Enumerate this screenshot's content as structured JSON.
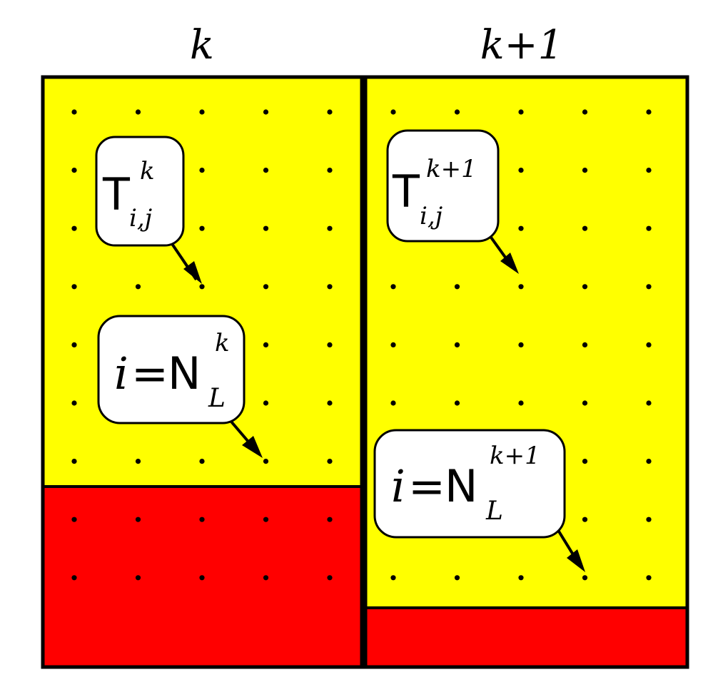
{
  "panels": [
    {
      "title": "k",
      "temp_label": {
        "base": "T",
        "sub": "i,j",
        "sup": "k"
      },
      "level_label": {
        "lhs": "i",
        "eq": "=",
        "base": "N",
        "sub": "L",
        "sup": "k"
      },
      "rows": 9,
      "cols": 5,
      "yellow_rows": 7,
      "red_rows": 3
    },
    {
      "title": "k+1",
      "temp_label": {
        "base": "T",
        "sub": "i,j",
        "sup": "k+1"
      },
      "level_label": {
        "lhs": "i",
        "eq": "=",
        "base": "N",
        "sub": "L",
        "sup": "k+1"
      },
      "rows": 9,
      "cols": 5,
      "yellow_rows": 9,
      "red_rows": 1
    }
  ],
  "colors": {
    "liquid": "#ffff00",
    "solid": "#ff0000",
    "outline": "#000000",
    "callout": "#ffffff"
  }
}
